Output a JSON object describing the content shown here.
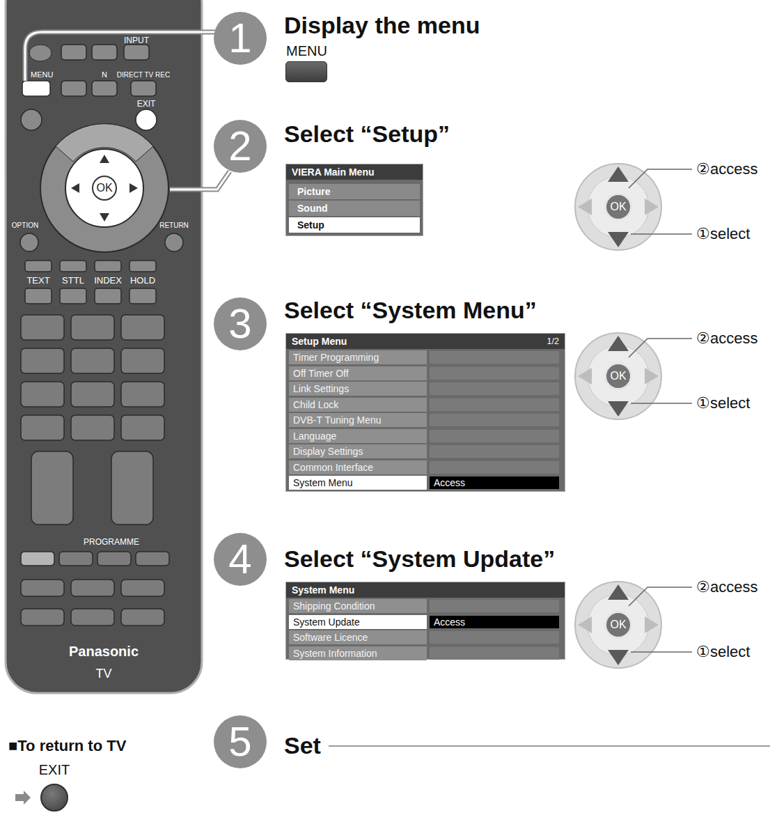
{
  "diagram": {
    "nodes": [
      {
        "text": [
          "OK"
        ]
      },
      {
        "text": [
          "1"
        ]
      },
      {
        "text": [
          "MENU"
        ]
      },
      {
        "text": [
          "2"
        ]
      },
      {
        "text": [
          "VIERA Main Menu"
        ]
      },
      {
        "text": [
          "Picture"
        ],
        "in": 4
      },
      {
        "text": [
          "Sound"
        ],
        "in": 4
      },
      {
        "text": [
          "Setup"
        ],
        "in": 4
      },
      {
        "text": [
          "OK"
        ]
      },
      {
        "text": [
          "3"
        ]
      },
      {
        "text": [
          "Setup Menu",
          "1/2"
        ]
      },
      {
        "text": [
          "Timer Programming"
        ],
        "in": 10
      },
      {
        "text": [
          "Off Timer Off"
        ],
        "in": 10
      },
      {
        "text": [
          "Link Settings"
        ],
        "in": 10
      },
      {
        "text": [
          "Child Lock"
        ],
        "in": 10
      },
      {
        "text": [
          "DVB-T Tuning Menu"
        ],
        "in": 10
      },
      {
        "text": [
          "Language"
        ],
        "in": 10
      },
      {
        "text": [
          "Display Settings"
        ],
        "in": 10
      },
      {
        "text": [
          "Common Interface"
        ],
        "in": 10
      },
      {
        "text": [
          "System Menu",
          "Access"
        ],
        "in": 10
      },
      {
        "text": [
          "OK"
        ]
      },
      {
        "text": [
          "4"
        ]
      },
      {
        "text": [
          "System Menu"
        ]
      },
      {
        "text": [
          "Shipping Condition"
        ],
        "in": 22
      },
      {
        "text": [
          "System Update",
          "Access"
        ],
        "in": 22
      },
      {
        "text": [
          "Software Licence"
        ],
        "in": 22
      },
      {
        "text": [
          "System Information"
        ],
        "in": 22
      },
      {
        "text": [
          "OK"
        ]
      },
      {
        "text": [
          "5"
        ]
      },
      {
        "text": [
          "EXIT"
        ]
      }
    ],
    "labels": [
      "INPUT",
      "MENU",
      "N",
      "DIRECT TV REC",
      "EXIT",
      "OPTION",
      "RETURN",
      "TEXT",
      "STTL",
      "INDEX",
      "HOLD",
      "PROGRAMME",
      "Panasonic",
      "TV",
      "Display the menu",
      "Select “Setup”",
      "②access",
      "①select",
      "Select “System Menu”",
      "②access",
      "①select",
      "Select “System Update”",
      "②access",
      "①select",
      "Set",
      "■To return to TV"
    ]
  }
}
